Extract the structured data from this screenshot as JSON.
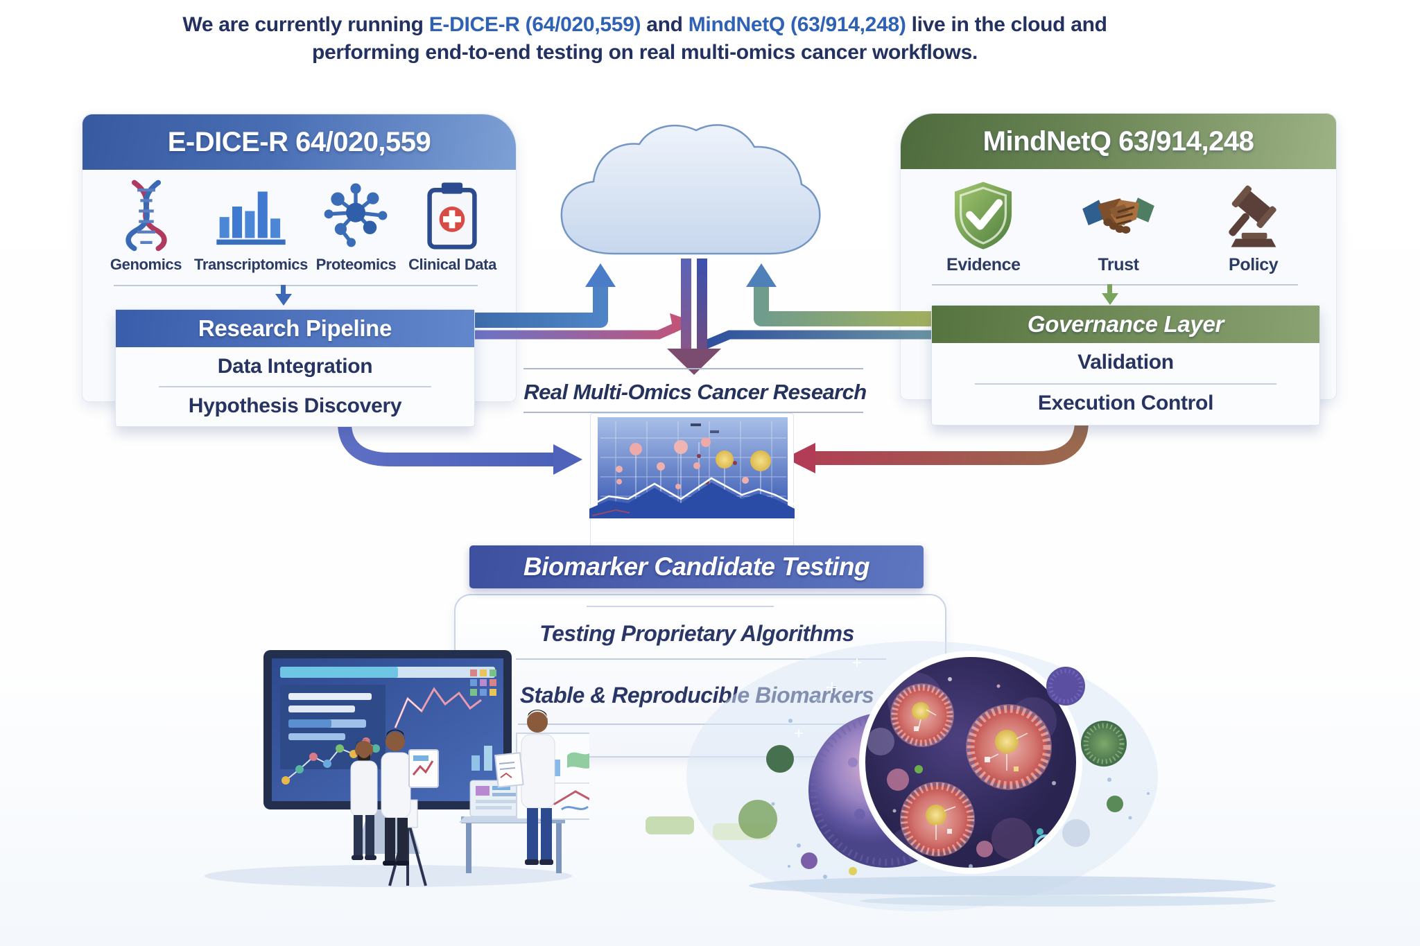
{
  "header": {
    "prefix": "We are currently running ",
    "system1": "E-DICE-R (64/020,559)",
    "mid": " and ",
    "system2": "MindNetQ (63/914,248)",
    "suffix": " live in the cloud and",
    "line2": "performing end-to-end testing on real multi-omics cancer workflows."
  },
  "left_card": {
    "title": "E-DICE-R  64/020,559",
    "items": [
      {
        "icon": "dna-icon",
        "label": "Genomics"
      },
      {
        "icon": "bar-chart-icon",
        "label": "Transcriptomics"
      },
      {
        "icon": "molecule-icon",
        "label": "Proteomics"
      },
      {
        "icon": "clipboard-medical-icon",
        "label": "Clinical Data"
      }
    ],
    "pipeline": {
      "title": "Research Pipeline",
      "rows": [
        "Data Integration",
        "Hypothesis Discovery"
      ]
    }
  },
  "right_card": {
    "title": "MindNetQ  63/914,248",
    "items": [
      {
        "icon": "shield-check-icon",
        "label": "Evidence"
      },
      {
        "icon": "handshake-icon",
        "label": "Trust"
      },
      {
        "icon": "gavel-icon",
        "label": "Policy"
      }
    ],
    "governance": {
      "title": "Governance Layer",
      "rows": [
        "Validation",
        "Execution Control"
      ]
    }
  },
  "center": {
    "title": "Real Multi-Omics Cancer Research"
  },
  "biomarker": {
    "title": "Biomarker Candidate Testing",
    "rows": [
      "Testing Proprietary Algorithms",
      "Stable & Reproducible Biomarkers"
    ]
  },
  "colors": {
    "accent_blue": "#2f62b5",
    "navy_text": "#233161",
    "left_header_blue": "#4a6fb5",
    "right_header_green": "#6d8757",
    "biomarker_indigo": "#4a5dae",
    "arrow_crimson": "#b23c55",
    "arrow_indigo": "#4f63ba"
  }
}
